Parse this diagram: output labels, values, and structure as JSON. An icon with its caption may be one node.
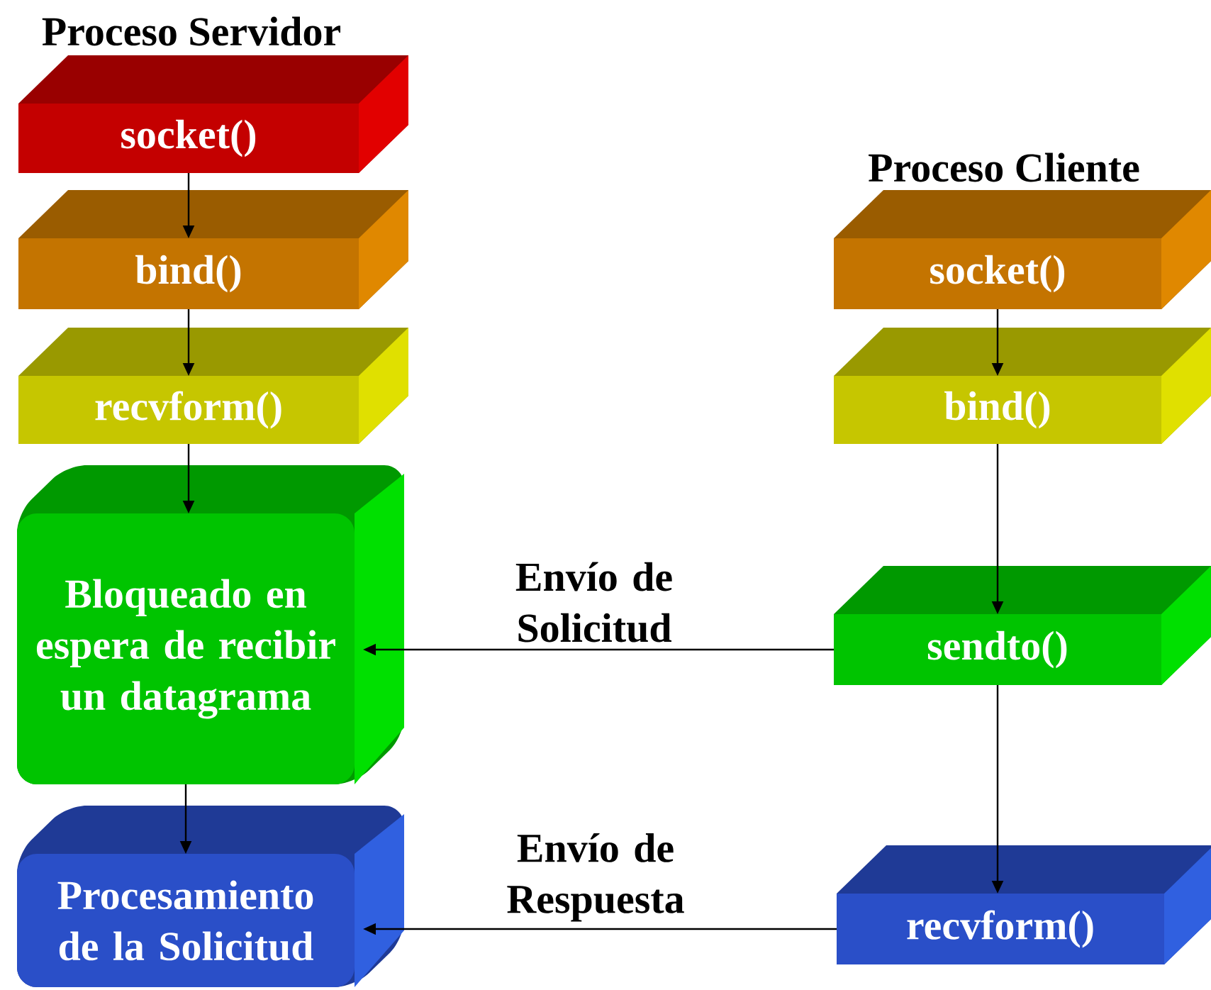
{
  "diagram": {
    "nodes": [
      {
        "text": [
          "socket()"
        ]
      },
      {
        "text": [
          "bind()"
        ]
      },
      {
        "text": [
          "recvform()"
        ]
      },
      {
        "text": [
          "Bloqueado en espera de recibir un datagrama"
        ]
      },
      {
        "text": [
          "Procesamiento de la Solicitud"
        ]
      },
      {
        "text": [
          "socket()"
        ]
      },
      {
        "text": [
          "bind()"
        ]
      },
      {
        "text": [
          "sendto()"
        ]
      },
      {
        "text": [
          "recvform()"
        ]
      }
    ],
    "edges": [
      {
        "from": 0,
        "to": 1,
        "arrow": "to"
      },
      {
        "from": 1,
        "to": 2,
        "arrow": "to"
      },
      {
        "from": 2,
        "to": 3,
        "arrow": "to"
      },
      {
        "from": 3,
        "to": 4,
        "arrow": "to"
      },
      {
        "from": 5,
        "to": 6,
        "arrow": "to"
      },
      {
        "from": 6,
        "to": 7,
        "arrow": "to"
      },
      {
        "from": 7,
        "to": 8,
        "arrow": "to"
      },
      {
        "from": 7,
        "to": 3,
        "arrow": "to",
        "label": "Envío de Solicitud"
      },
      {
        "from": 8,
        "to": 4,
        "arrow": "to",
        "label": "Envío de Respuesta"
      }
    ],
    "labels": [
      "Proceso Servidor",
      "Proceso Cliente"
    ]
  }
}
